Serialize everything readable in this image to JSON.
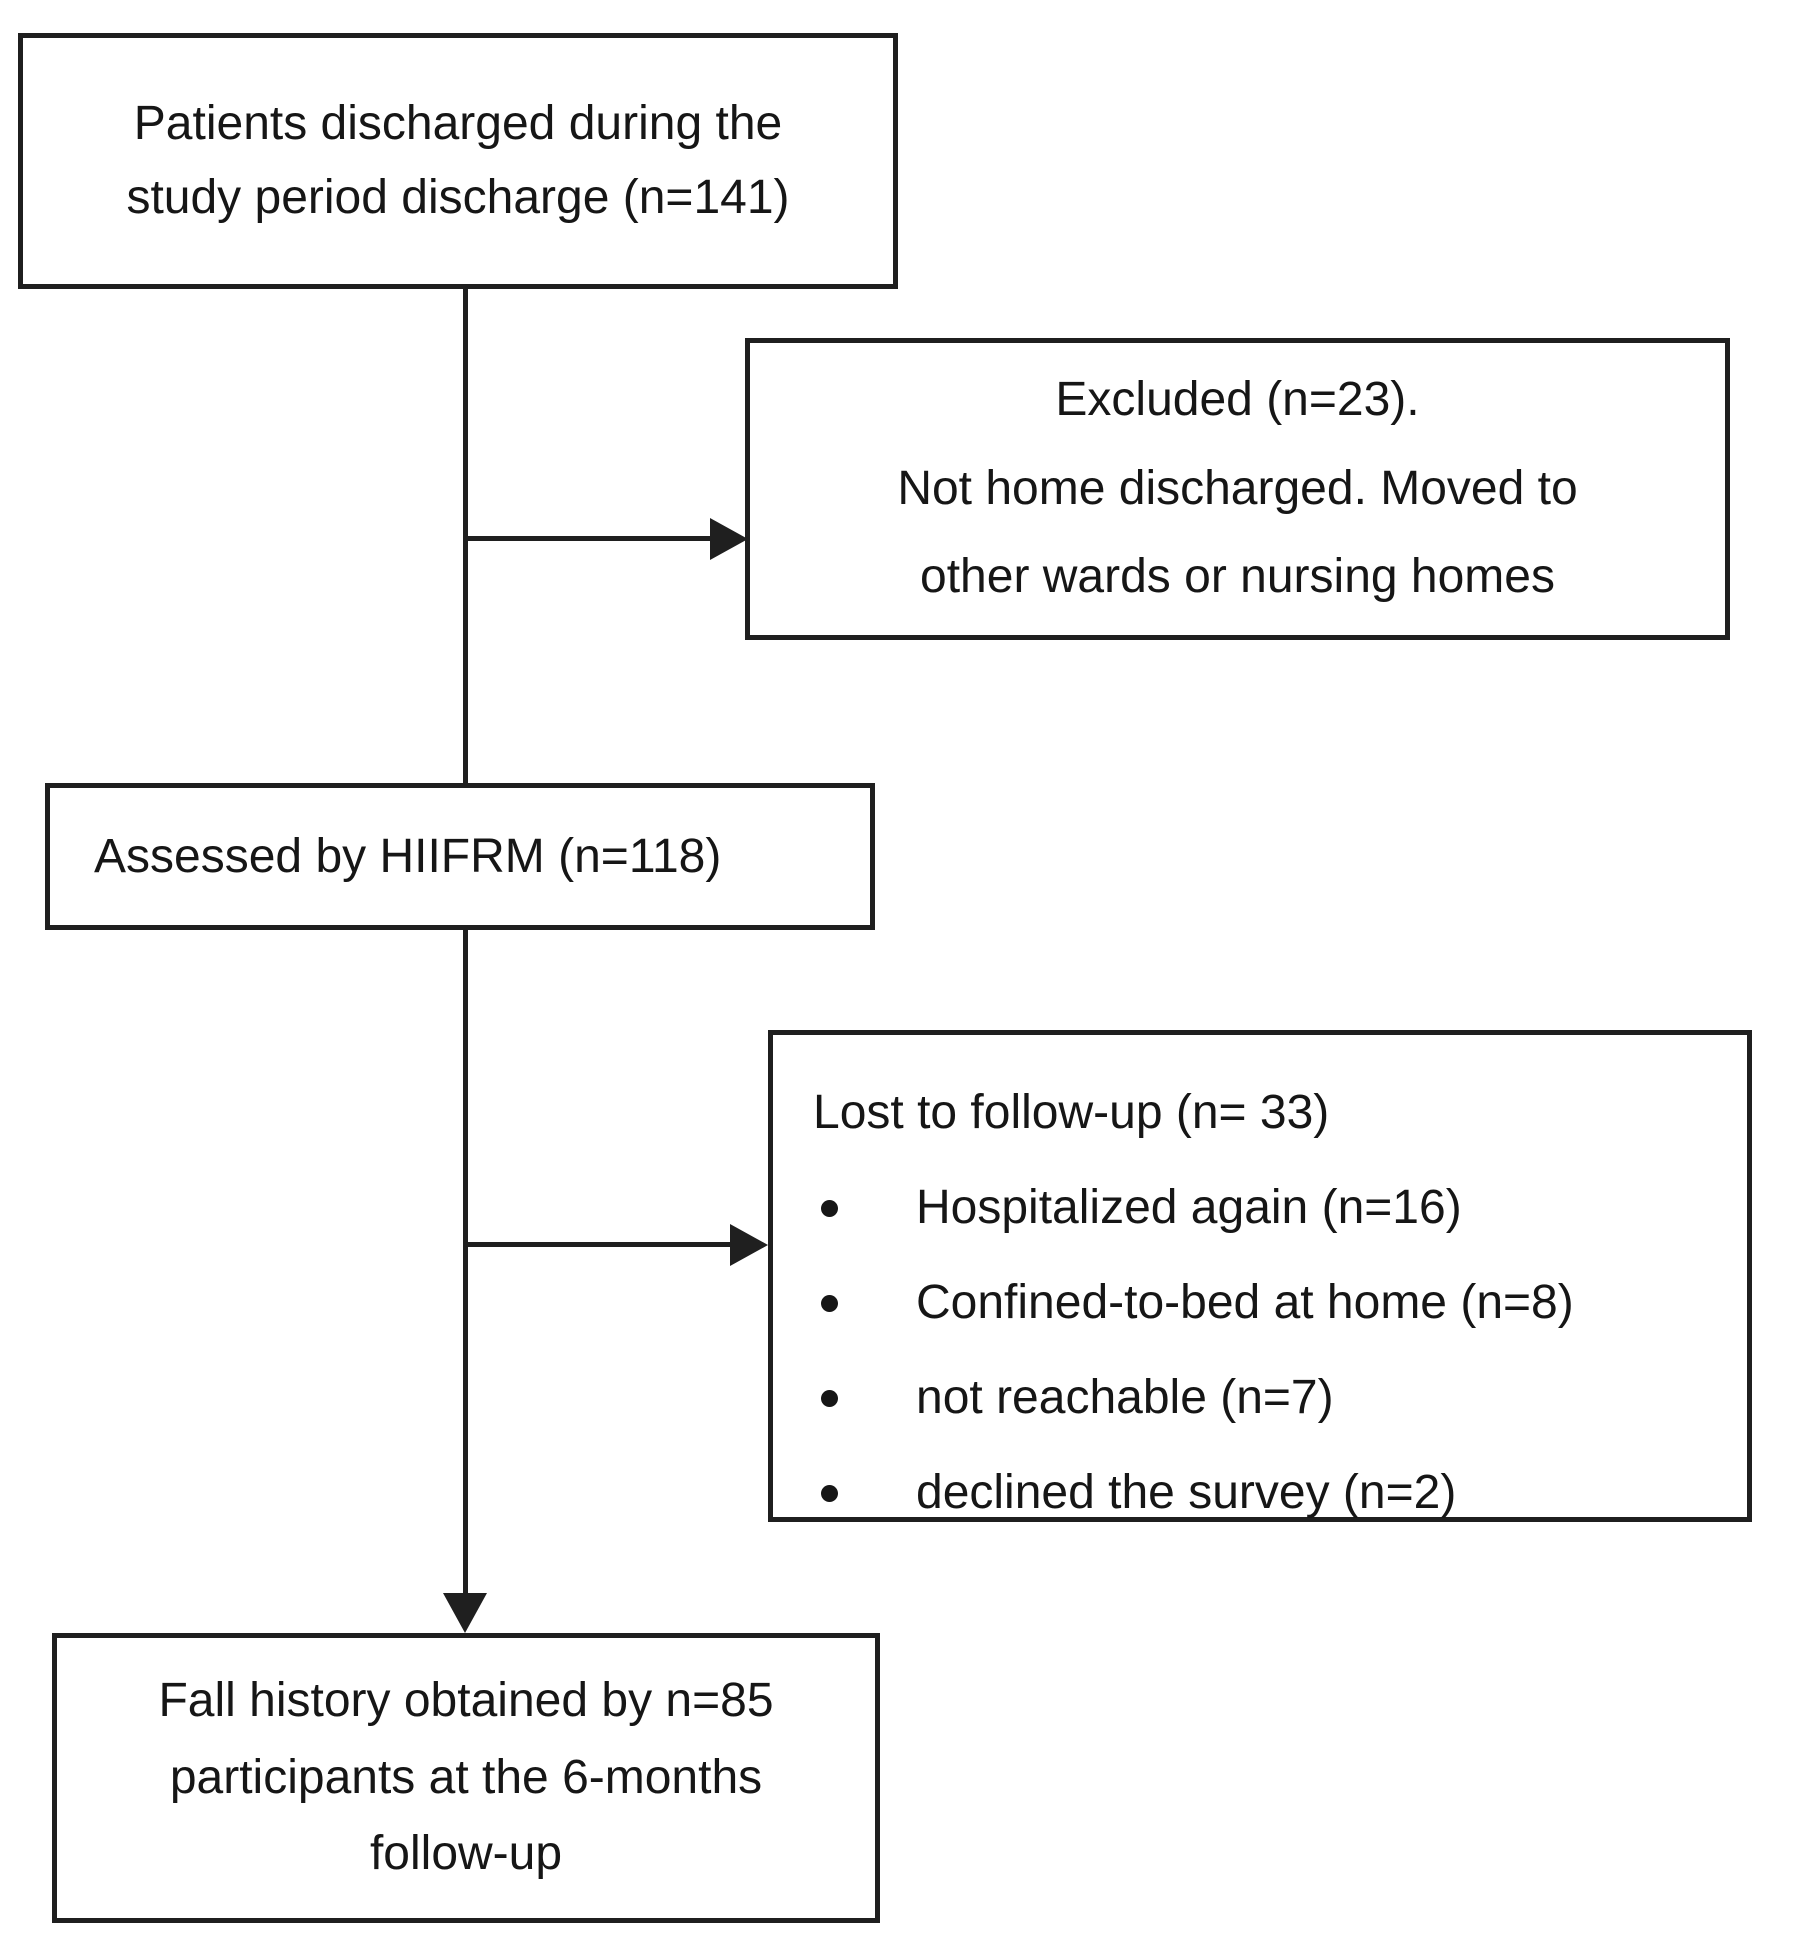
{
  "diagram": {
    "colors": {
      "background": "#ffffff",
      "line": "#1f1f1f",
      "text": "#161616"
    },
    "nodes": {
      "discharged": {
        "lines": [
          "Patients discharged during the",
          "study period discharge (n=141)"
        ]
      },
      "excluded": {
        "lines": [
          "Excluded (n=23).",
          "Not home discharged. Moved to",
          "other wards or nursing homes"
        ]
      },
      "assessed": {
        "text": "Assessed by HIIFRM (n=118)"
      },
      "lost": {
        "title": "Lost to follow-up (n= 33)",
        "bullets": [
          "Hospitalized again (n=16)",
          "Confined-to-bed at home (n=8)",
          "not reachable (n=7)",
          "declined the survey (n=2)"
        ]
      },
      "followup": {
        "lines": [
          "Fall history obtained by n=85",
          "participants at the 6-months",
          "follow-up"
        ]
      }
    }
  }
}
